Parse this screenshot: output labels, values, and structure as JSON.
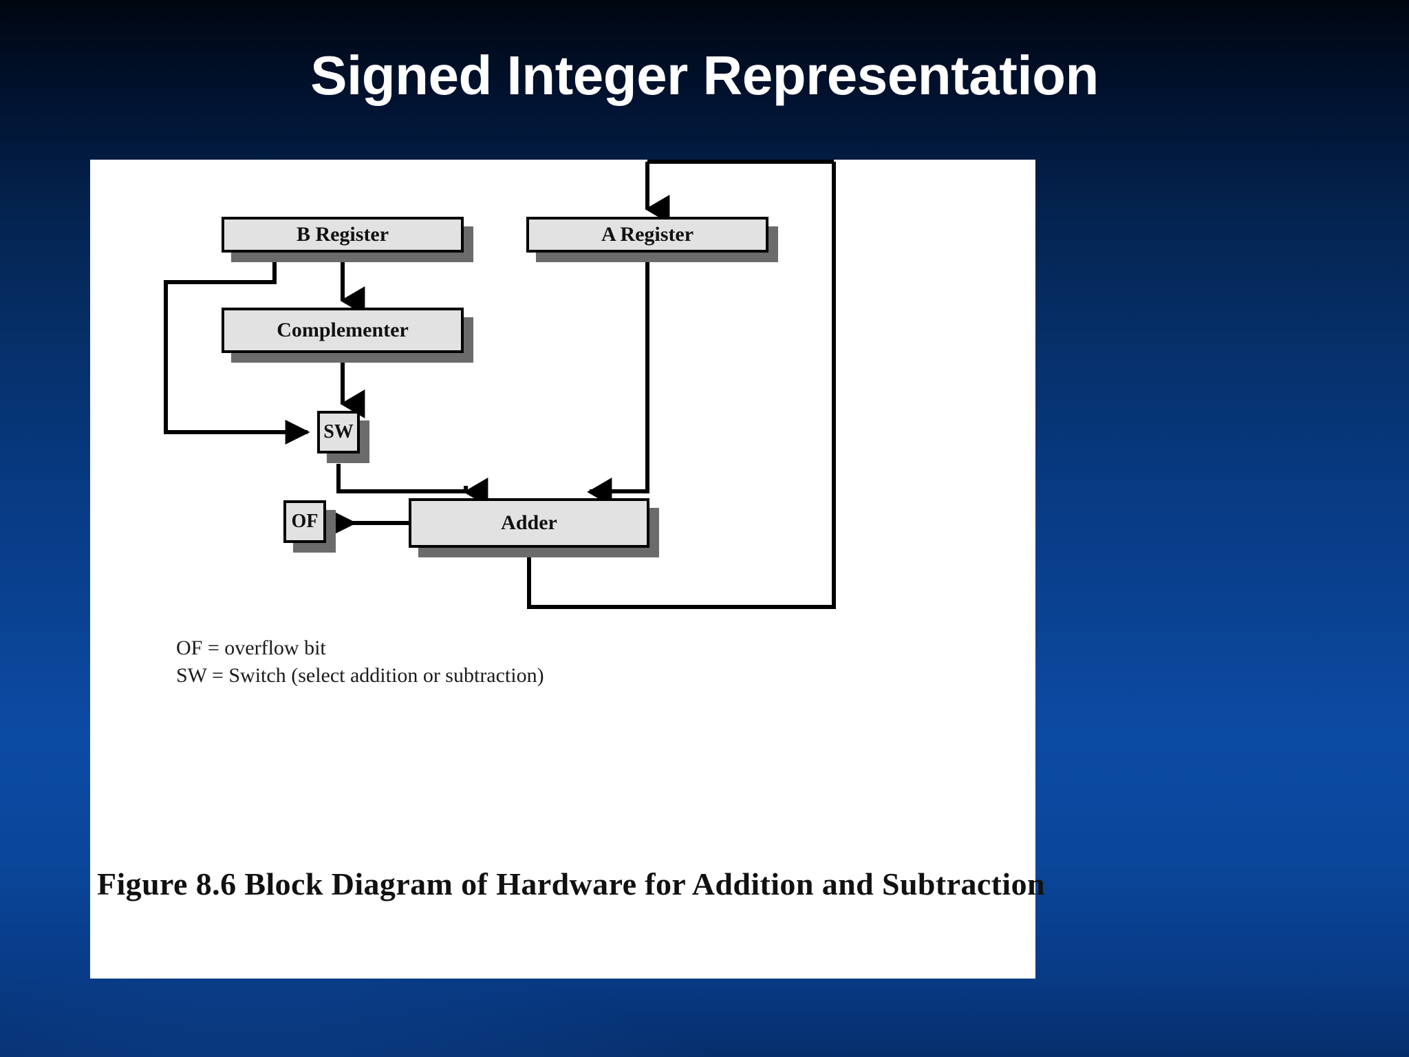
{
  "slide": {
    "title": "Signed Integer Representation",
    "background_top": "#000610",
    "background_bottom": "#0c4ba4"
  },
  "figure": {
    "caption": "Figure 8.6   Block Diagram of Hardware for Addition and Subtraction",
    "panel_background": "#ffffff",
    "box_fill": "#e2e2e2",
    "box_border": "#000000",
    "box_shadow": "#6b6b6b",
    "nodes": [
      {
        "id": "b-register",
        "label": "B Register"
      },
      {
        "id": "a-register",
        "label": "A Register"
      },
      {
        "id": "complementer",
        "label": "Complementer"
      },
      {
        "id": "sw",
        "label": "SW"
      },
      {
        "id": "adder",
        "label": "Adder"
      },
      {
        "id": "of",
        "label": "OF"
      }
    ],
    "legend": [
      "OF = overflow bit",
      "SW = Switch (select addition or subtraction)"
    ]
  }
}
